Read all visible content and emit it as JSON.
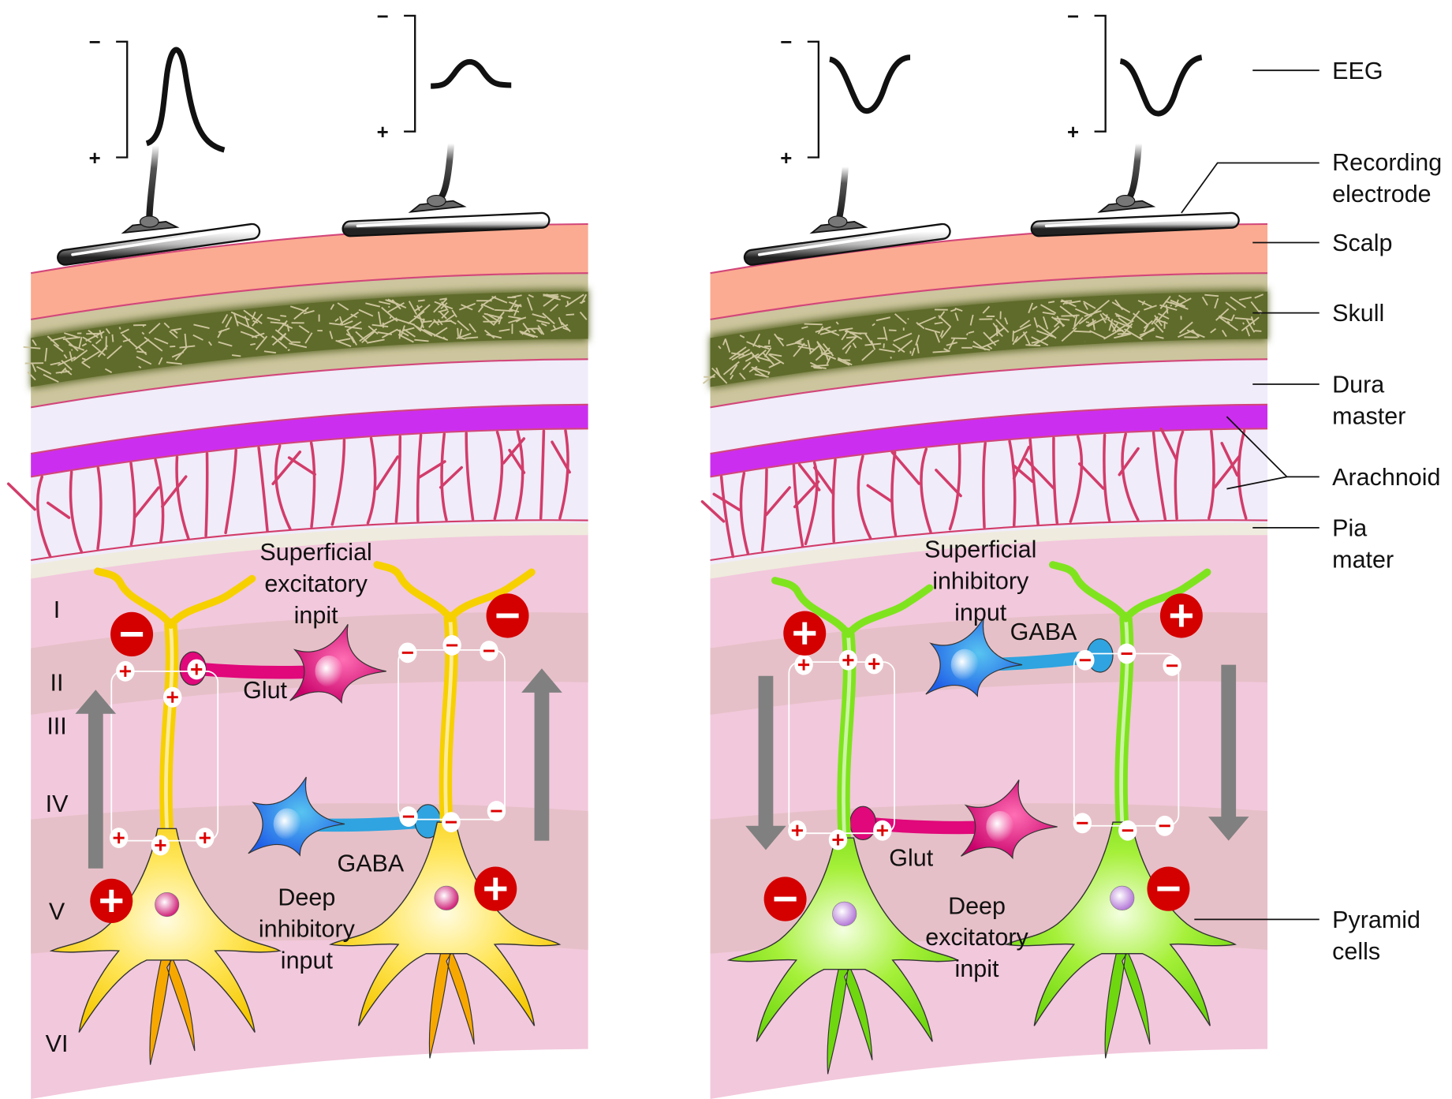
{
  "signs": {
    "plus": "+",
    "minus": "−"
  },
  "side_labels": {
    "eeg": "EEG",
    "recording_electrode": [
      "Recording",
      "electrode"
    ],
    "scalp": "Scalp",
    "skull": "Skull",
    "dura_mater": [
      "Dura",
      "master"
    ],
    "arachnoid": "Arachnoid",
    "pia_mater": [
      "Pia",
      "mater"
    ],
    "pyramid_cells": [
      "Pyramid",
      "cells"
    ]
  },
  "cortical_layers": [
    "I",
    "II",
    "III",
    "IV",
    "V",
    "VI"
  ],
  "left_panel": {
    "superficial_label": [
      "Superficial",
      "excitatory",
      "inpit"
    ],
    "superficial_transmitter": "Glut",
    "deep_transmitter": "GABA",
    "deep_label": [
      "Deep",
      "inhibitory",
      "input"
    ]
  },
  "right_panel": {
    "superficial_label": [
      "Superficial",
      "inhibitory",
      "input"
    ],
    "superficial_transmitter": "GABA",
    "deep_transmitter": "Glut",
    "deep_label": [
      "Deep",
      "excitatory",
      "inpit"
    ]
  },
  "colors": {
    "scalp": "#fbab91",
    "skull_outer": "#cdc59e",
    "skull_inner": "#5f6b2a",
    "dura": "#f0ecf9",
    "arachnoid_band": "#cc2ef0",
    "vessel": "#d23c6a",
    "pia": "#efebde",
    "cortex": "#f2c8dc",
    "cortex_band": "#e6c0c8",
    "pyramid_excitatory_case": "#f8d400",
    "pyramid_inhibitory_case": "#7ee51a",
    "glut_neuron": "#e0087a",
    "gaba_neuron": "#2fa4e0",
    "polarity_circle": "#d40000",
    "flow_arrow": "#808080"
  }
}
